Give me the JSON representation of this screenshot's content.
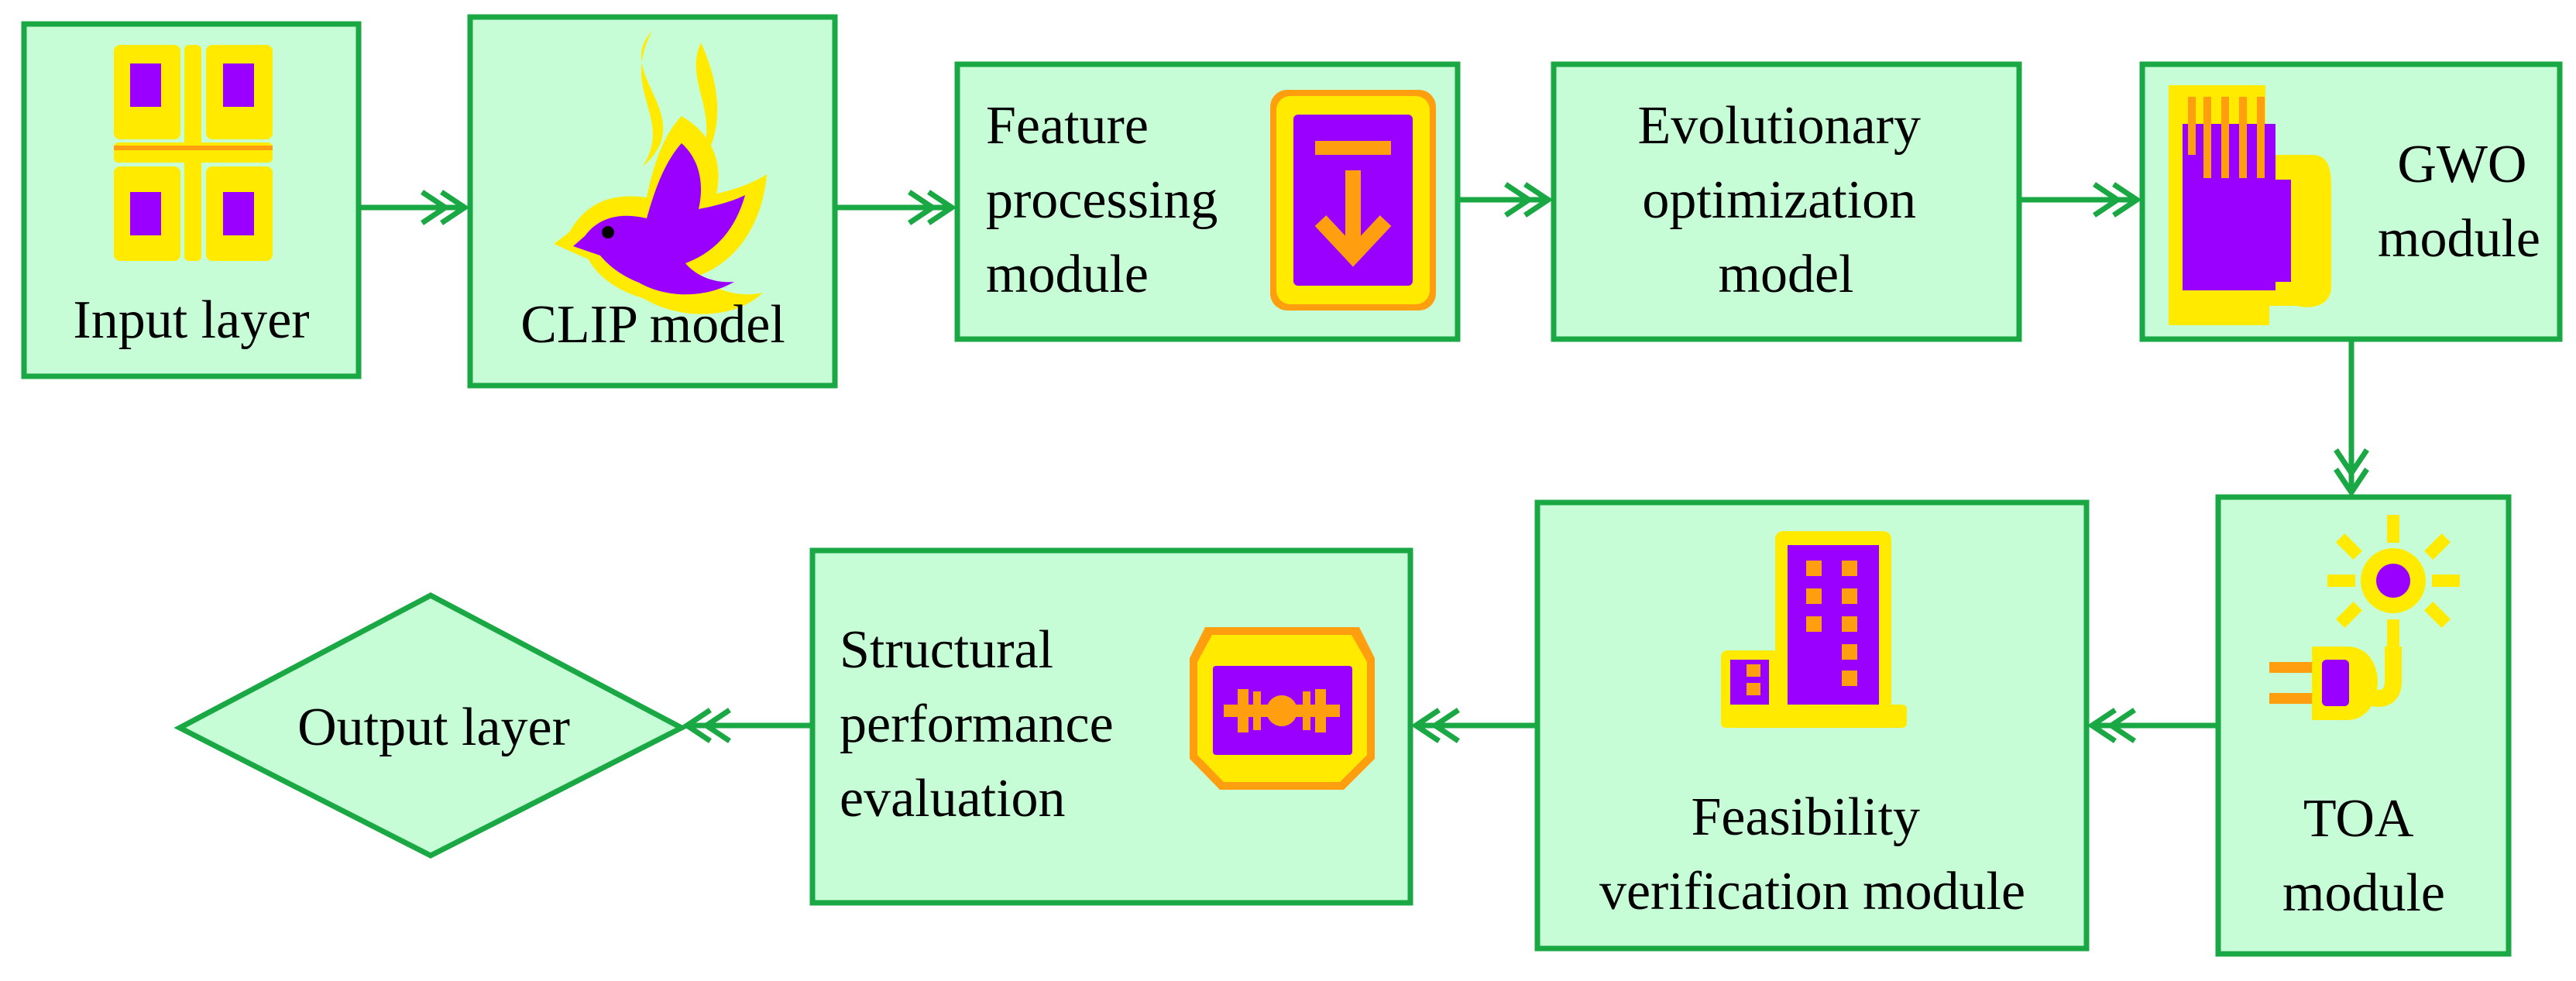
{
  "colors": {
    "box_fill": "#c7fdd6",
    "box_stroke": "#19a843",
    "icon_yellow": "#ffea00",
    "icon_purple": "#9900ff",
    "icon_orange": "#ff9f10"
  },
  "nodes": {
    "input": {
      "icon": "grid-squares-icon",
      "lines": [
        "Input layer"
      ]
    },
    "clip": {
      "icon": "dove-flame-icon",
      "lines": [
        "CLIP model"
      ]
    },
    "feature": {
      "icon": "download-arrow-icon",
      "lines": [
        "Feature",
        "processing",
        "module"
      ]
    },
    "evolution": {
      "icon": "",
      "lines": [
        "Evolutionary",
        "optimization",
        "model"
      ]
    },
    "gwo": {
      "icon": "hand-icon",
      "lines": [
        "GWO",
        "module"
      ]
    },
    "toa": {
      "icon": "plug-sun-icon",
      "lines": [
        "TOA",
        "module"
      ]
    },
    "feasibility": {
      "icon": "building-icon",
      "lines": [
        "Feasibility",
        "verification module"
      ]
    },
    "structural": {
      "icon": "connector-icon",
      "lines": [
        "Structural",
        "performance",
        "evaluation"
      ]
    },
    "output": {
      "icon": "",
      "lines": [
        "Output layer"
      ]
    }
  }
}
